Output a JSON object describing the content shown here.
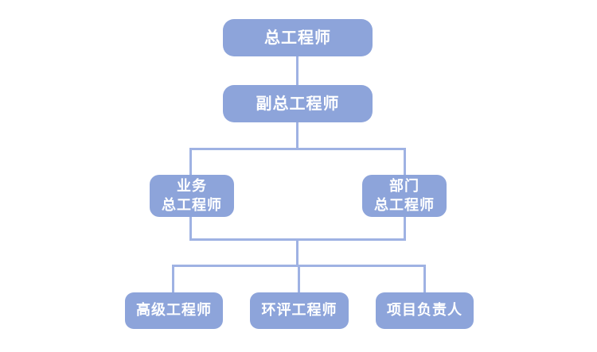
{
  "diagram": {
    "type": "org-chart",
    "title": "",
    "colors": {
      "node_fill": "#8DA4DA",
      "connector": "#9FB2E3",
      "text": "#FFFFFF",
      "background": "#FFFFFF"
    },
    "nodes": {
      "chief": {
        "label": "总工程师"
      },
      "deputy": {
        "label": "副总工程师"
      },
      "business": {
        "label": "业务\n总工程师"
      },
      "department": {
        "label": "部门\n总工程师"
      },
      "senior": {
        "label": "高级工程师"
      },
      "eia": {
        "label": "环评工程师"
      },
      "project": {
        "label": "项目负责人"
      }
    },
    "edges": [
      [
        "总工程师",
        "副总工程师"
      ],
      [
        "副总工程师",
        "业务总工程师"
      ],
      [
        "副总工程师",
        "部门总工程师"
      ],
      [
        "业务总工程师",
        "高级工程师"
      ],
      [
        "业务总工程师",
        "环评工程师"
      ],
      [
        "业务总工程师",
        "项目负责人"
      ],
      [
        "部门总工程师",
        "高级工程师"
      ],
      [
        "部门总工程师",
        "环评工程师"
      ],
      [
        "部门总工程师",
        "项目负责人"
      ]
    ]
  }
}
